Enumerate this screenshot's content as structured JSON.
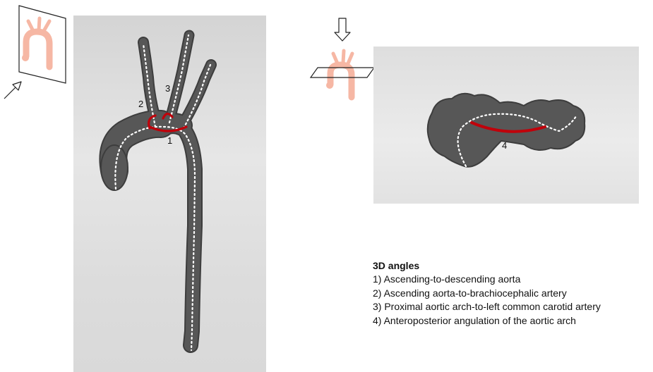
{
  "colors": {
    "vessel": "#575757",
    "vessel_edge": "#3e3e3e",
    "angle_marker": "#c0000a",
    "inset_aorta": "#f6b7a4",
    "panel_bg": "#e3e3e3"
  },
  "icons": [
    "view-direction-arrow-icon",
    "projection-plane-icon",
    "aorta-thumbnail-icon"
  ],
  "labels": {
    "angle_1": "1",
    "angle_2": "2",
    "angle_3": "3",
    "angle_4": "4"
  },
  "legend": {
    "title": "3D angles",
    "items": [
      "1) Ascending-to-descending aorta",
      "2) Ascending aorta-to-brachiocephalic artery",
      "3) Proximal aortic arch-to-left common carotid artery",
      "4) Anteroposterior angulation of the aortic arch"
    ]
  }
}
